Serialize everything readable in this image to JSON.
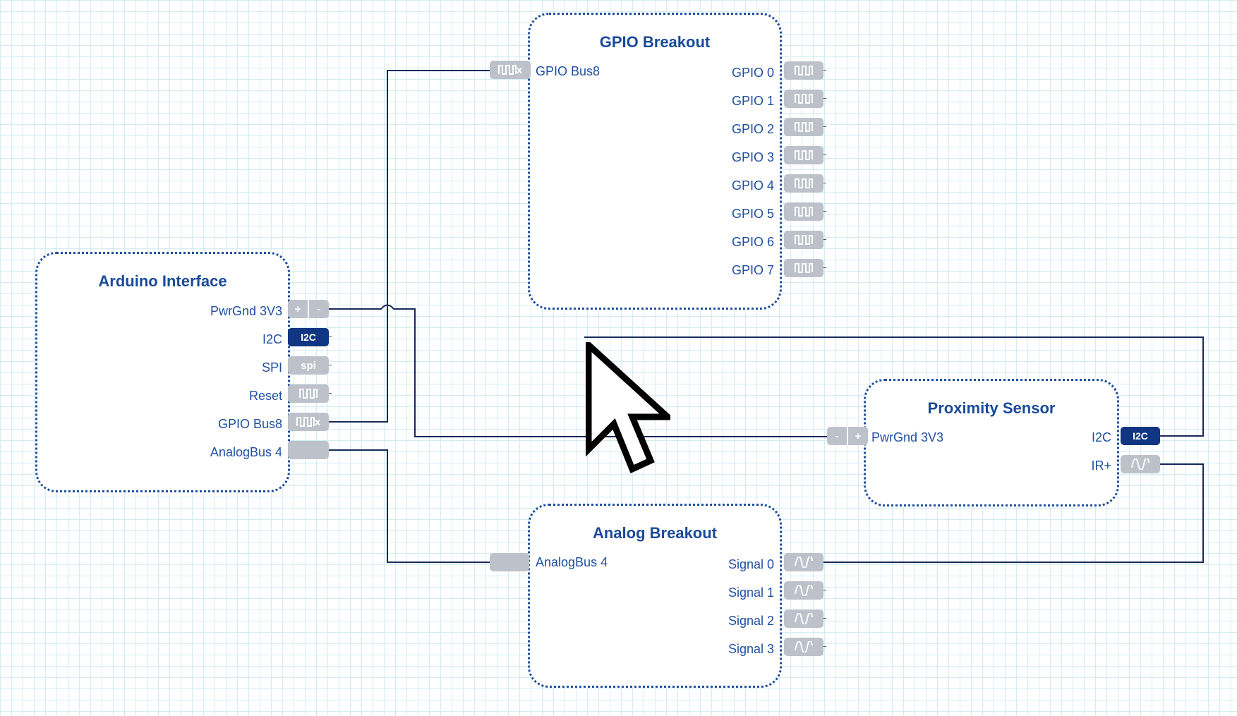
{
  "blocks": {
    "gpio": {
      "title": "GPIO Breakout",
      "in_label": "GPIO Bus8",
      "outs": [
        "GPIO 0",
        "GPIO 1",
        "GPIO 2",
        "GPIO 3",
        "GPIO 4",
        "GPIO 5",
        "GPIO 6",
        "GPIO 7"
      ]
    },
    "arduino": {
      "title": "Arduino Interface",
      "ports": [
        "PwrGnd 3V3",
        "I2C",
        "SPI",
        "Reset",
        "GPIO Bus8",
        "AnalogBus 4"
      ]
    },
    "prox": {
      "title": "Proximity Sensor",
      "in_label": "PwrGnd 3V3",
      "outs": [
        "I2C",
        "IR+"
      ]
    },
    "analog": {
      "title": "Analog Breakout",
      "in_label": "AnalogBus 4",
      "outs": [
        "Signal 0",
        "Signal 1",
        "Signal 2",
        "Signal 3"
      ]
    }
  },
  "port_text": {
    "i2c": "I2C",
    "spi": "spi",
    "plus": "+",
    "minus": "-",
    "x": "x"
  },
  "icons": {
    "digital": "square-wave-icon",
    "analog": "sine-wave-icon",
    "cursor": "mouse-pointer-icon"
  },
  "colors": {
    "accent": "#1a4a99",
    "port_gray": "#bcc1ca",
    "port_i2c": "#0f3583",
    "wire": "#1a2a5a",
    "grid": "#d3ecf4"
  }
}
